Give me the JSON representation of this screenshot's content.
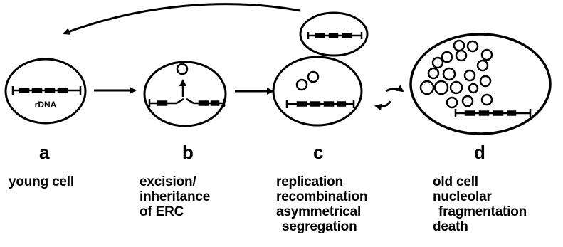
{
  "stages": [
    {
      "letter": "a",
      "rdna_label": "rDNA",
      "caption": [
        "young cell"
      ]
    },
    {
      "letter": "b",
      "caption": [
        "excision/",
        "inheritance",
        "of ERC"
      ]
    },
    {
      "letter": "c",
      "caption": [
        "replication",
        "recombination",
        "asymmetrical",
        "segregation"
      ]
    },
    {
      "letter": "d",
      "caption": [
        "old cell",
        "nucleolar",
        "fragmentation",
        "death"
      ]
    }
  ]
}
